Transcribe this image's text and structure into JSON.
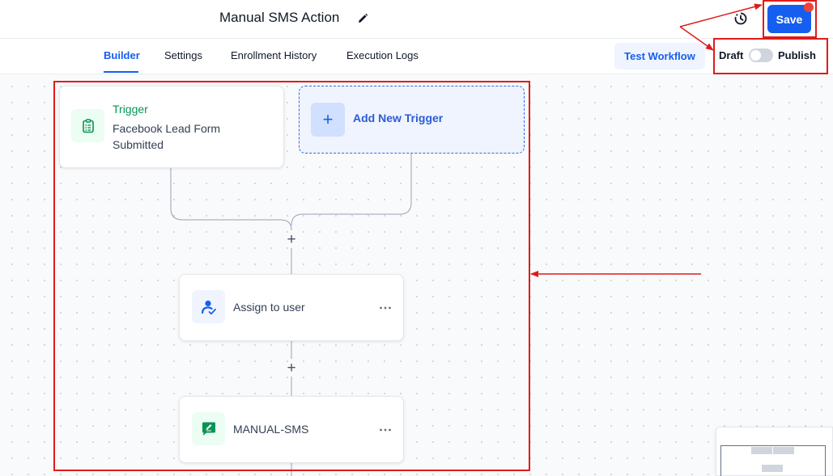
{
  "header": {
    "title": "Manual SMS Action",
    "save_label": "Save"
  },
  "nav": {
    "tabs": [
      "Builder",
      "Settings",
      "Enrollment History",
      "Execution Logs"
    ],
    "active_tab": "Builder",
    "test_workflow_label": "Test Workflow",
    "draft_label": "Draft",
    "publish_label": "Publish",
    "publish_toggle_on": false
  },
  "canvas": {
    "trigger": {
      "title": "Trigger",
      "description": "Facebook Lead Form Submitted"
    },
    "add_trigger_label": "Add New Trigger",
    "actions": [
      {
        "label": "Assign to user",
        "icon": "assign-user-icon"
      },
      {
        "label": "MANUAL-SMS",
        "icon": "sms-edit-icon"
      }
    ]
  },
  "colors": {
    "primary": "#155eef",
    "trigger_green": "#079455",
    "annotation_red": "#e01b1b",
    "notification_dot": "#f04438"
  }
}
